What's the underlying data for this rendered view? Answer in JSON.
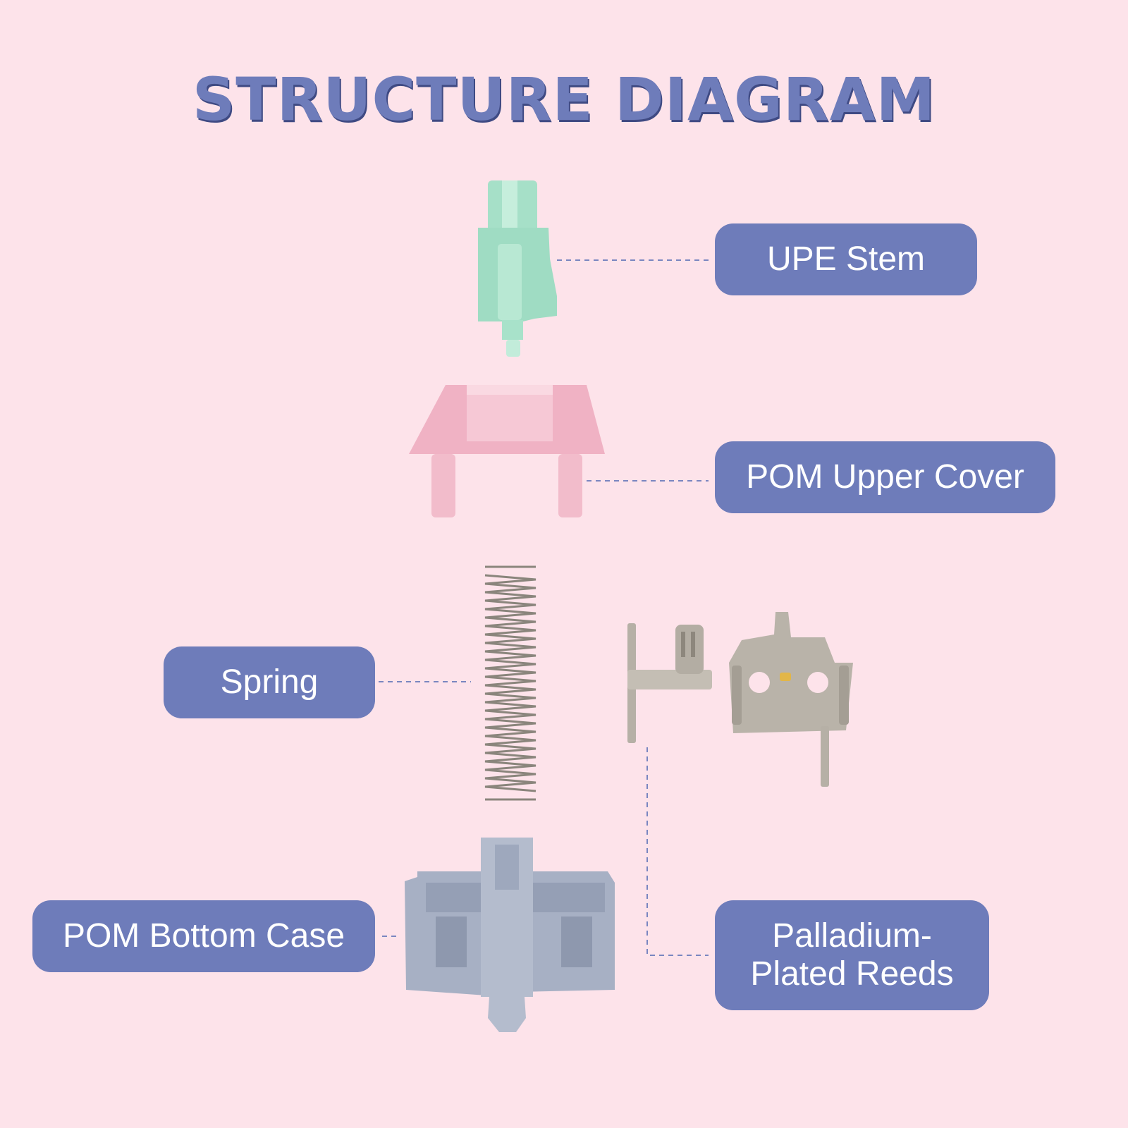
{
  "title": "STRUCTURE DIAGRAM",
  "labels": {
    "upe_stem": "UPE Stem",
    "pom_upper_cover": "POM Upper Cover",
    "spring": "Spring",
    "pom_bottom_case": "POM Bottom Case",
    "reeds_line1": "Palladium-",
    "reeds_line2": "Plated Reeds"
  },
  "colors": {
    "background": "#fde3ea",
    "label_fill": "#6e7cba",
    "stem": "#9fdcc3",
    "upper_cover": "#f0b2c4",
    "bottom_case": "#a7b0c4",
    "spring": "#8a857c",
    "reeds": "#b6b0a6"
  }
}
